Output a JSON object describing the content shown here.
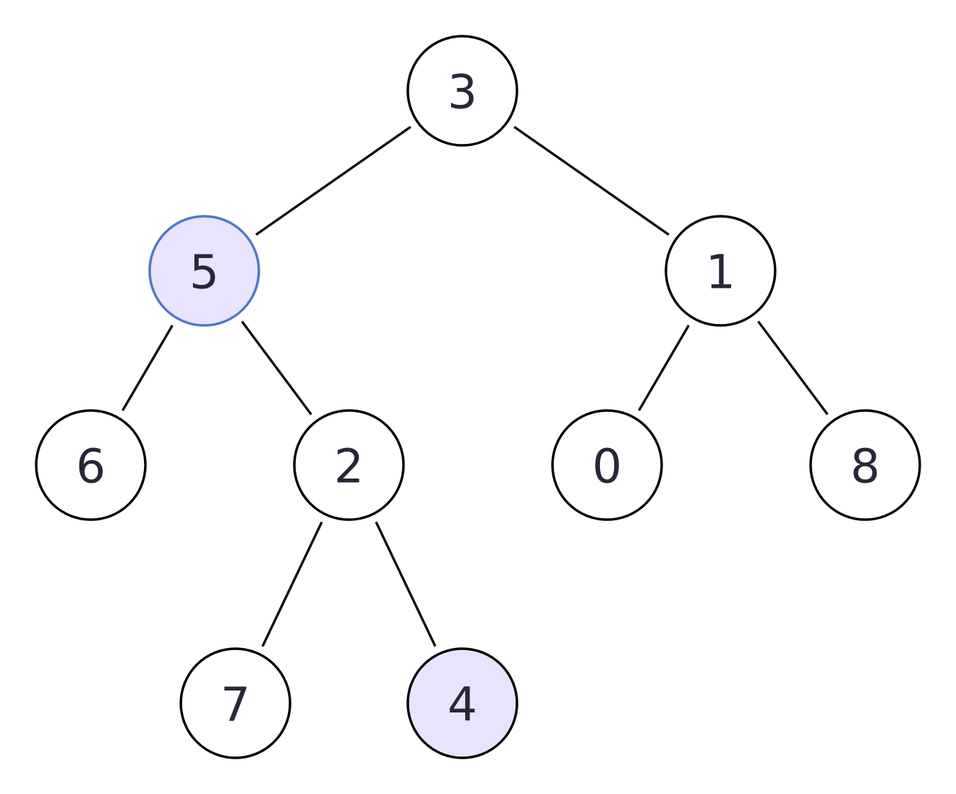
{
  "tree": {
    "nodes": [
      {
        "id": "n3",
        "value": "3",
        "highlight": "none"
      },
      {
        "id": "n5",
        "value": "5",
        "highlight": "selected"
      },
      {
        "id": "n1",
        "value": "1",
        "highlight": "none"
      },
      {
        "id": "n6",
        "value": "6",
        "highlight": "none"
      },
      {
        "id": "n2",
        "value": "2",
        "highlight": "none"
      },
      {
        "id": "n0",
        "value": "0",
        "highlight": "none"
      },
      {
        "id": "n8",
        "value": "8",
        "highlight": "none"
      },
      {
        "id": "n7",
        "value": "7",
        "highlight": "none"
      },
      {
        "id": "n4",
        "value": "4",
        "highlight": "filled"
      }
    ],
    "edges": [
      {
        "from": "n3",
        "to": "n5"
      },
      {
        "from": "n3",
        "to": "n1"
      },
      {
        "from": "n5",
        "to": "n6"
      },
      {
        "from": "n5",
        "to": "n2"
      },
      {
        "from": "n1",
        "to": "n0"
      },
      {
        "from": "n1",
        "to": "n8"
      },
      {
        "from": "n2",
        "to": "n7"
      },
      {
        "from": "n2",
        "to": "n4"
      }
    ]
  },
  "colors": {
    "node_fill": "#ffffff",
    "node_stroke": "#000000",
    "highlight_fill": "#e9e3fd",
    "selected_stroke": "#4f77c8",
    "label": "#262838",
    "edge": "#111111"
  }
}
